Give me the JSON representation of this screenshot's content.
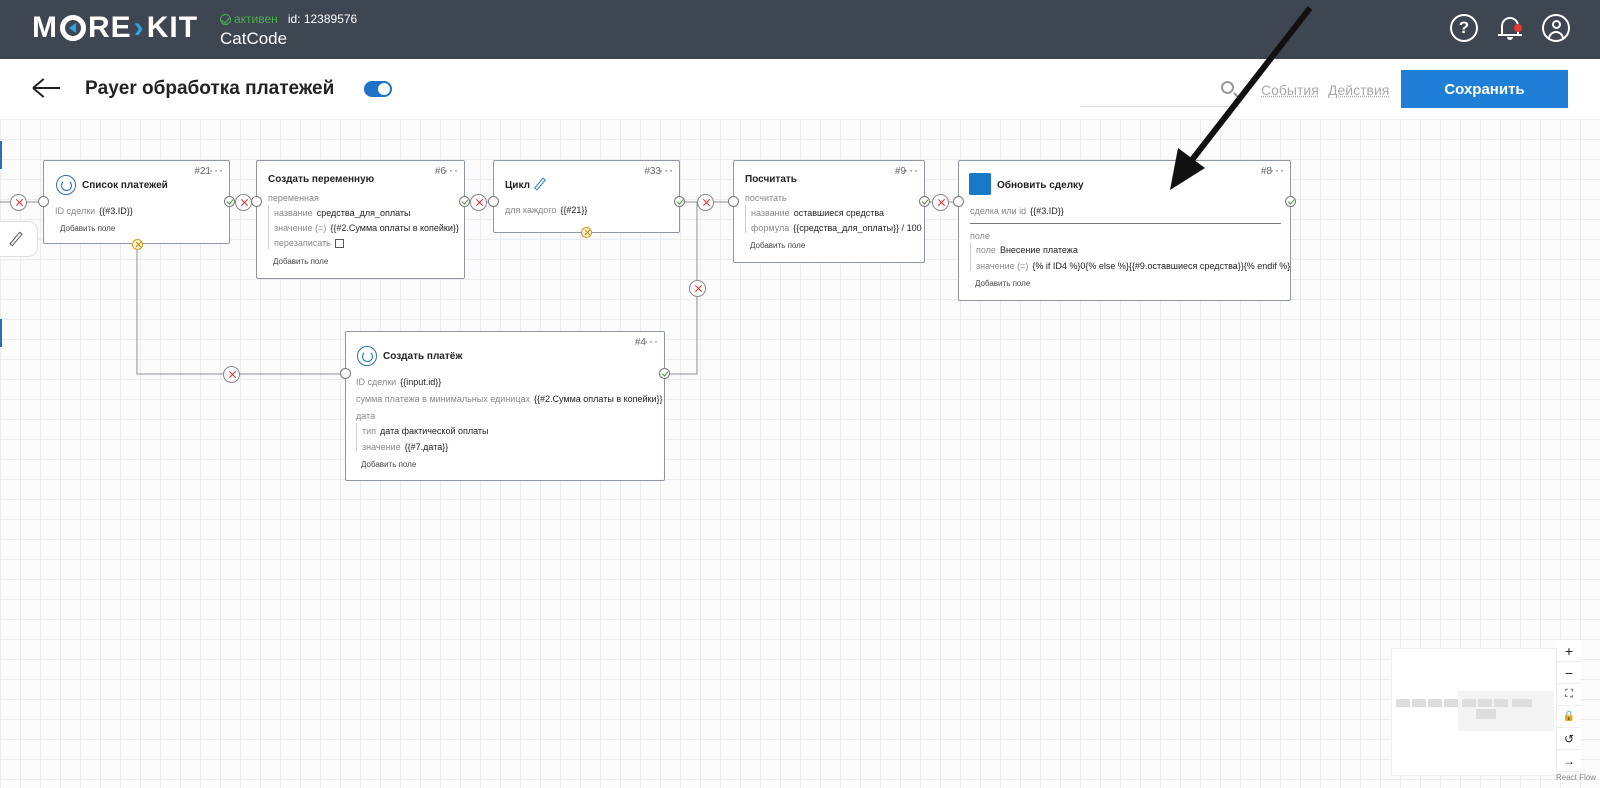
{
  "header": {
    "logo_left": "M",
    "logo_mid": "RE",
    "logo_chev": "›",
    "logo_right": "KIT",
    "status": "активен",
    "project_id": "id: 12389576",
    "project_name": "CatCode"
  },
  "toolbar": {
    "title": "Payer обработка платежей",
    "tab_events": "События",
    "tab_actions": "Действия",
    "save_label": "Сохранить"
  },
  "nodes": {
    "n21": {
      "num": "#21",
      "title": "Список платежей",
      "lbl1": "ID сделки",
      "val1": "{{#3.ID}}",
      "add": "Добавить поле"
    },
    "n6": {
      "num": "#6",
      "title": "Создать переменную",
      "group": "переменная",
      "lbl1": "название",
      "val1": "средства_для_оплаты",
      "lbl2": "значение (=)",
      "val2": "{{#2.Сумма оплаты в копейки}}",
      "lbl3": "перезаписать",
      "add": "Добавить поле"
    },
    "n33": {
      "num": "#33",
      "title": "Цикл",
      "lbl1": "для каждого",
      "val1": "{{#21}}"
    },
    "n9": {
      "num": "#9",
      "title": "Посчитать",
      "group": "посчитать",
      "lbl1": "название",
      "val1": "оставшиеся средства",
      "lbl2": "формула",
      "val2": "{{средства_для_оплаты}} / 100",
      "add": "Добавить поле"
    },
    "n8": {
      "num": "#8",
      "title": "Обновить сделку",
      "lbl1": "сделка или id",
      "val1": "{{#3.ID}}",
      "group": "поле",
      "lbl2": "поле",
      "val2": "Внесение платежа",
      "lbl3": "значение (=)",
      "val3": "{% if ID4 %}0{% else %}{{#9.оставшиеся средства}}{% endif %}",
      "add": "Добавить поле"
    },
    "n4": {
      "num": "#4",
      "title": "Создать платёж",
      "lbl1": "ID сделки",
      "val1": "{{input.id}}",
      "lbl2": "сумма платежа в минимальных единицах",
      "val2": "{{#2.Сумма оплаты в копейки}}",
      "group": "дата",
      "lbl3": "тип",
      "val3": "дата фактической оплаты",
      "lbl4": "значение",
      "val4": "{{#7.дата}}",
      "add": "Добавить поле"
    }
  },
  "controls": {
    "zoom_in": "+",
    "zoom_out": "−",
    "fit": "⛶",
    "lock": "🔒",
    "undo": "↺",
    "next": "→"
  },
  "footer_label": "React Flow",
  "dots": "···"
}
